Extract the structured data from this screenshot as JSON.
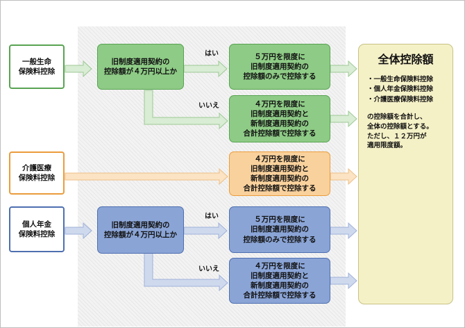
{
  "sources": {
    "life": "一般生命\n保険料控除",
    "care": "介護医療\n保険料控除",
    "pension": "個人年金\n保険料控除"
  },
  "life_decision": "旧制度適用契約の\n控除額が４万円以上か",
  "pension_decision": "旧制度適用契約の\n控除額が４万円以上か",
  "yes_label": "はい",
  "no_label": "いいえ",
  "life_yes": "５万円を限度に\n旧制度適用契約の\n控除額のみで控除する",
  "life_no": "４万円を限度に\n旧制度適用契約と\n新制度適用契約の\n合計控除額で控除する",
  "care_result": "４万円を限度に\n旧制度適用契約と\n新制度適用契約の\n合計控除額で控除する",
  "pension_yes": "５万円を限度に\n旧制度適用契約の\n控除額のみで控除する",
  "pension_no": "４万円を限度に\n旧制度適用契約と\n新制度適用契約の\n合計控除額で控除する",
  "total": {
    "title": "全体控除額",
    "items": [
      "・一般生命保険料控除",
      "・個人年金保険料控除",
      "・介護医療保険料控除"
    ],
    "note": "の控除額を合計し、\n全体の控除額とする。\nただし、１２万円が\n適用限度額。"
  },
  "colors": {
    "green_fill": "#8ecb86",
    "green_border": "#58a352",
    "orange_fill": "#f9d19c",
    "orange_border": "#ea9c3b",
    "blue_fill": "#8aa4d6",
    "blue_border": "#4e6fb0",
    "total_fill": "#f5f1c7"
  }
}
